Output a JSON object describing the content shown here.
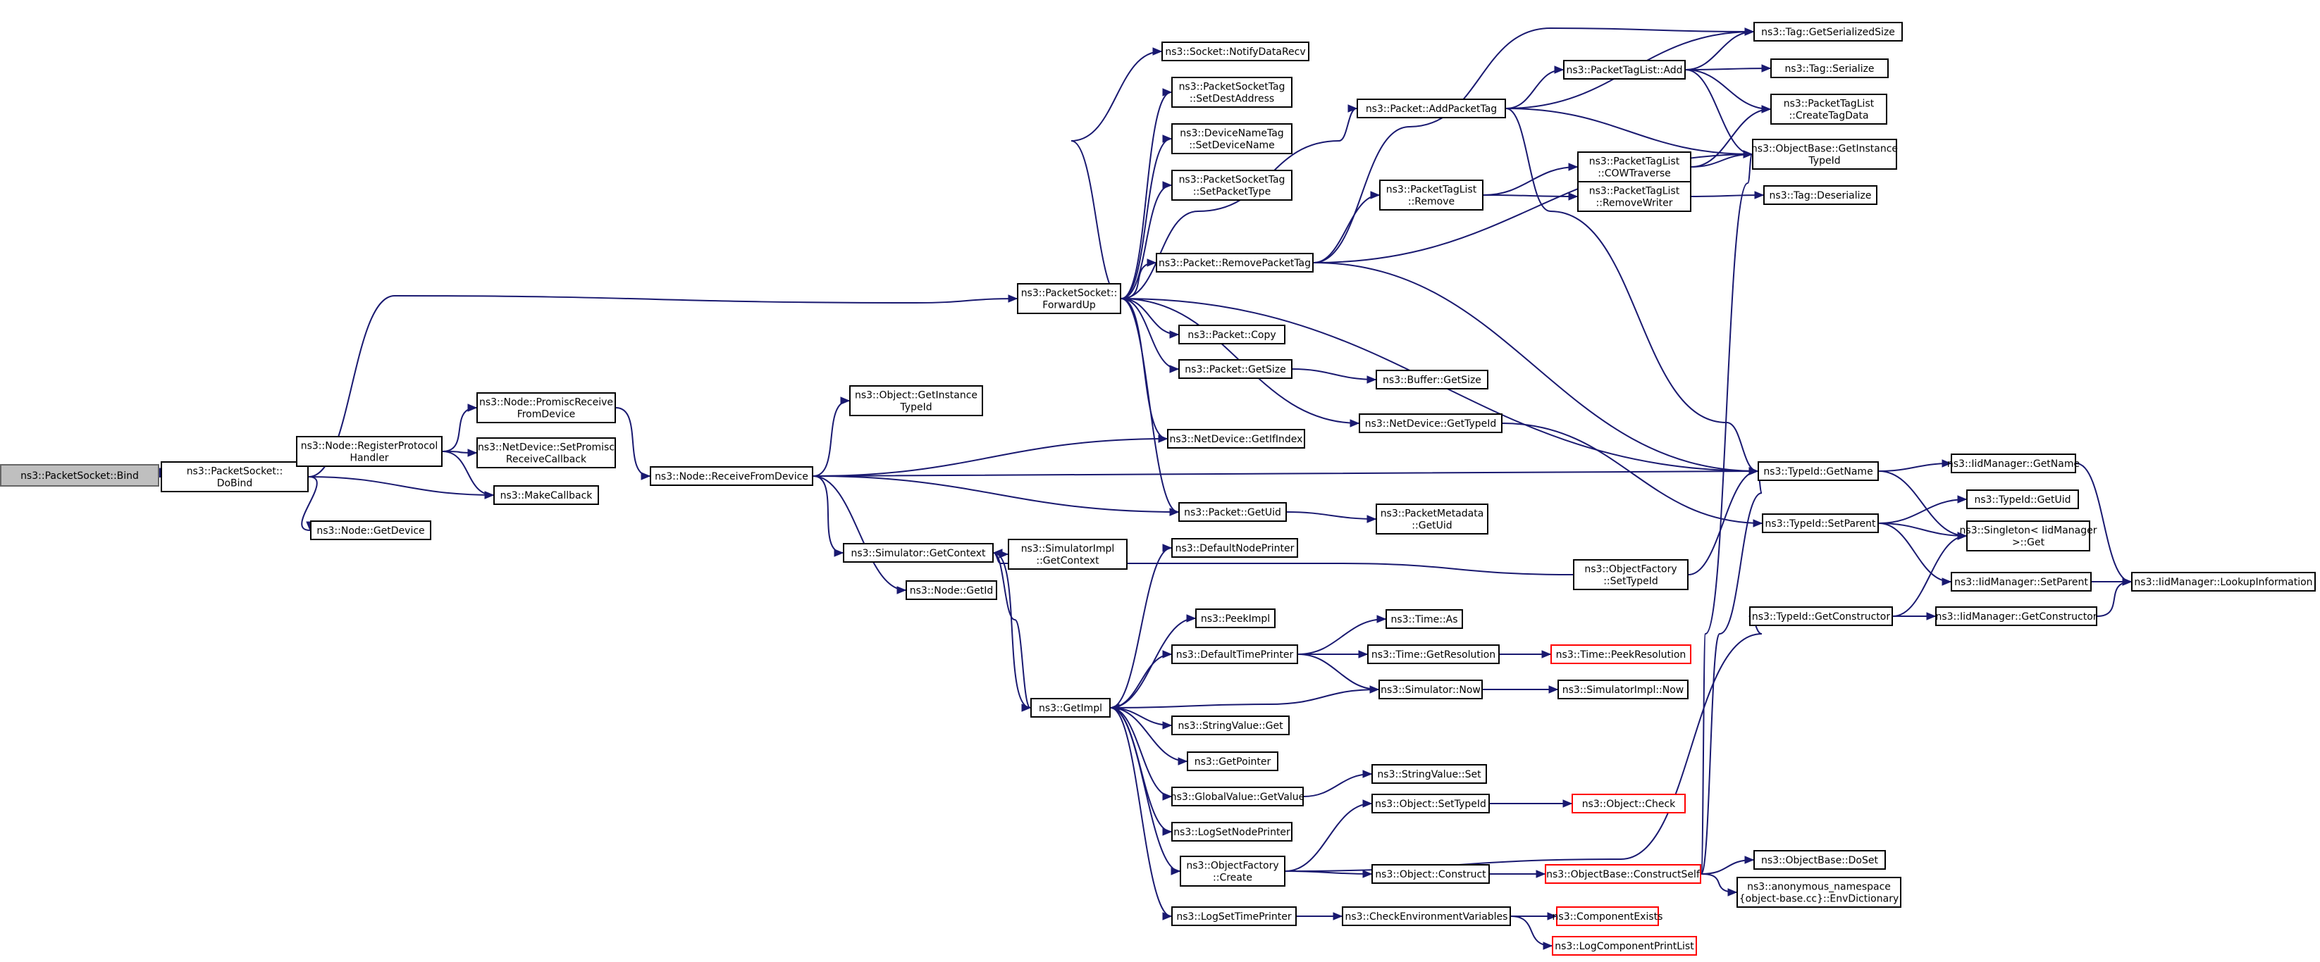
{
  "colors": {
    "edge": "#191970",
    "root_fill": "#bfbfbf",
    "truncated_border": "#ff0000",
    "node_border": "#000000"
  },
  "nodes": [
    {
      "id": "bind",
      "lines": [
        "ns3::PacketSocket::Bind"
      ],
      "root": true
    },
    {
      "id": "dobind",
      "lines": [
        "ns3::PacketSocket::",
        "DoBind"
      ]
    },
    {
      "id": "regproto",
      "lines": [
        "ns3::Node::RegisterProtocol",
        "Handler"
      ]
    },
    {
      "id": "getdevice",
      "lines": [
        "ns3::Node::GetDevice"
      ]
    },
    {
      "id": "promiscrecv",
      "lines": [
        "ns3::Node::PromiscReceive",
        "FromDevice"
      ]
    },
    {
      "id": "setpromisc",
      "lines": [
        "ns3::NetDevice::SetPromisc",
        "ReceiveCallback"
      ]
    },
    {
      "id": "makecallback",
      "lines": [
        "ns3::MakeCallback"
      ]
    },
    {
      "id": "recvfromdev",
      "lines": [
        "ns3::Node::ReceiveFromDevice"
      ]
    },
    {
      "id": "objgetinst",
      "lines": [
        "ns3::Object::GetInstance",
        "TypeId"
      ]
    },
    {
      "id": "simgetctx",
      "lines": [
        "ns3::Simulator::GetContext"
      ]
    },
    {
      "id": "simimplctx",
      "lines": [
        "ns3::SimulatorImpl",
        "::GetContext"
      ]
    },
    {
      "id": "nodegetid",
      "lines": [
        "ns3::Node::GetId"
      ]
    },
    {
      "id": "fwdup",
      "lines": [
        "ns3::PacketSocket::",
        "ForwardUp"
      ]
    },
    {
      "id": "notify",
      "lines": [
        "ns3::Socket::NotifyDataRecv"
      ]
    },
    {
      "id": "setdest",
      "lines": [
        "ns3::PacketSocketTag",
        "::SetDestAddress"
      ]
    },
    {
      "id": "setdevname",
      "lines": [
        "ns3::DeviceNameTag",
        "::SetDeviceName"
      ]
    },
    {
      "id": "setpkttype",
      "lines": [
        "ns3::PacketSocketTag",
        "::SetPacketType"
      ]
    },
    {
      "id": "rmpkttag",
      "lines": [
        "ns3::Packet::RemovePacketTag"
      ]
    },
    {
      "id": "pktcopy",
      "lines": [
        "ns3::Packet::Copy"
      ]
    },
    {
      "id": "pktsize",
      "lines": [
        "ns3::Packet::GetSize"
      ]
    },
    {
      "id": "ifindex",
      "lines": [
        "ns3::NetDevice::GetIfIndex"
      ]
    },
    {
      "id": "pktuid",
      "lines": [
        "ns3::Packet::GetUid"
      ]
    },
    {
      "id": "defnodeprinter",
      "lines": [
        "ns3::DefaultNodePrinter"
      ]
    },
    {
      "id": "addpkttag",
      "lines": [
        "ns3::Packet::AddPacketTag"
      ]
    },
    {
      "id": "taglistrm",
      "lines": [
        "ns3::PacketTagList",
        "::Remove"
      ]
    },
    {
      "id": "bufsize",
      "lines": [
        "ns3::Buffer::GetSize"
      ]
    },
    {
      "id": "netdevtypeid",
      "lines": [
        "ns3::NetDevice::GetTypeId"
      ]
    },
    {
      "id": "pktmeta",
      "lines": [
        "ns3::PacketMetadata",
        "::GetUid"
      ]
    },
    {
      "id": "taglistadd",
      "lines": [
        "ns3::PacketTagList::Add"
      ]
    },
    {
      "id": "cow",
      "lines": [
        "ns3::PacketTagList",
        "::COWTraverse"
      ]
    },
    {
      "id": "rmwriter",
      "lines": [
        "ns3::PacketTagList",
        "::RemoveWriter"
      ]
    },
    {
      "id": "taggetser",
      "lines": [
        "ns3::Tag::GetSerializedSize"
      ]
    },
    {
      "id": "tagser",
      "lines": [
        "ns3::Tag::Serialize"
      ]
    },
    {
      "id": "createtag",
      "lines": [
        "ns3::PacketTagList",
        "::CreateTagData"
      ]
    },
    {
      "id": "objbaseinst",
      "lines": [
        "ns3::ObjectBase::GetInstance",
        "TypeId"
      ]
    },
    {
      "id": "tagdeser",
      "lines": [
        "ns3::Tag::Deserialize"
      ]
    },
    {
      "id": "typeidname",
      "lines": [
        "ns3::TypeId::GetName"
      ]
    },
    {
      "id": "typeidsetparent",
      "lines": [
        "ns3::TypeId::SetParent"
      ]
    },
    {
      "id": "iidgetname",
      "lines": [
        "ns3::IidManager::GetName"
      ]
    },
    {
      "id": "typeidgetuid",
      "lines": [
        "ns3::TypeId::GetUid"
      ]
    },
    {
      "id": "singleton",
      "lines": [
        "ns3::Singleton< IidManager",
        ">::Get"
      ]
    },
    {
      "id": "iidsetparent",
      "lines": [
        "ns3::IidManager::SetParent"
      ]
    },
    {
      "id": "lookup",
      "lines": [
        "ns3::IidManager::LookupInformation"
      ]
    },
    {
      "id": "typeidgetctor",
      "lines": [
        "ns3::TypeId::GetConstructor"
      ]
    },
    {
      "id": "iidgetctor",
      "lines": [
        "ns3::IidManager::GetConstructor"
      ]
    },
    {
      "id": "objfactsettype",
      "lines": [
        "ns3::ObjectFactory",
        "::SetTypeId"
      ]
    },
    {
      "id": "peekimpl",
      "lines": [
        "ns3::PeekImpl"
      ]
    },
    {
      "id": "deftimeprinter",
      "lines": [
        "ns3::DefaultTimePrinter"
      ]
    },
    {
      "id": "timeas",
      "lines": [
        "ns3::Time::As"
      ]
    },
    {
      "id": "timegetres",
      "lines": [
        "ns3::Time::GetResolution"
      ]
    },
    {
      "id": "timepeekres",
      "lines": [
        "ns3::Time::PeekResolution"
      ],
      "truncated": true
    },
    {
      "id": "simnow",
      "lines": [
        "ns3::Simulator::Now"
      ]
    },
    {
      "id": "simimplnow",
      "lines": [
        "ns3::SimulatorImpl::Now"
      ]
    },
    {
      "id": "getimpl",
      "lines": [
        "ns3::GetImpl"
      ]
    },
    {
      "id": "strvalget",
      "lines": [
        "ns3::StringValue::Get"
      ]
    },
    {
      "id": "getpointer",
      "lines": [
        "ns3::GetPointer"
      ]
    },
    {
      "id": "strvalset",
      "lines": [
        "ns3::StringValue::Set"
      ]
    },
    {
      "id": "globalval",
      "lines": [
        "ns3::GlobalValue::GetValue"
      ]
    },
    {
      "id": "objsettypeid",
      "lines": [
        "ns3::Object::SetTypeId"
      ]
    },
    {
      "id": "objcheck",
      "lines": [
        "ns3::Object::Check"
      ],
      "truncated": true
    },
    {
      "id": "lognodeprinter",
      "lines": [
        "ns3::LogSetNodePrinter"
      ]
    },
    {
      "id": "objfactcreate",
      "lines": [
        "ns3::ObjectFactory",
        "::Create"
      ]
    },
    {
      "id": "objconstruct",
      "lines": [
        "ns3::Object::Construct"
      ]
    },
    {
      "id": "constructself",
      "lines": [
        "ns3::ObjectBase::ConstructSelf"
      ],
      "truncated": true
    },
    {
      "id": "doset",
      "lines": [
        "ns3::ObjectBase::DoSet"
      ]
    },
    {
      "id": "envdict",
      "lines": [
        "ns3::anonymous_namespace",
        "{object-base.cc}::EnvDictionary"
      ]
    },
    {
      "id": "logtimeprinter",
      "lines": [
        "ns3::LogSetTimePrinter"
      ]
    },
    {
      "id": "checkenv",
      "lines": [
        "ns3::CheckEnvironmentVariables"
      ]
    },
    {
      "id": "compexists",
      "lines": [
        "ns3::ComponentExists"
      ],
      "truncated": true
    },
    {
      "id": "logcomplist",
      "lines": [
        "ns3::LogComponentPrintList"
      ],
      "truncated": true
    }
  ],
  "edges": [
    [
      "bind",
      "dobind"
    ],
    [
      "dobind",
      "regproto"
    ],
    [
      "dobind",
      "getdevice"
    ],
    [
      "dobind",
      "makecallback"
    ],
    [
      "dobind",
      "fwdup"
    ],
    [
      "regproto",
      "promiscrecv"
    ],
    [
      "regproto",
      "setpromisc"
    ],
    [
      "regproto",
      "makecallback"
    ],
    [
      "promiscrecv",
      "recvfromdev"
    ],
    [
      "recvfromdev",
      "objgetinst"
    ],
    [
      "recvfromdev",
      "ifindex"
    ],
    [
      "recvfromdev",
      "typeidname"
    ],
    [
      "recvfromdev",
      "pktuid"
    ],
    [
      "recvfromdev",
      "simgetctx"
    ],
    [
      "recvfromdev",
      "nodegetid"
    ],
    [
      "simgetctx",
      "simimplctx"
    ],
    [
      "simgetctx",
      "getimpl"
    ],
    [
      "fwdup",
      "notify"
    ],
    [
      "fwdup",
      "setdest"
    ],
    [
      "fwdup",
      "setdevname"
    ],
    [
      "fwdup",
      "setpkttype"
    ],
    [
      "fwdup",
      "addpkttag"
    ],
    [
      "fwdup",
      "rmpkttag"
    ],
    [
      "fwdup",
      "pktcopy"
    ],
    [
      "fwdup",
      "pktsize"
    ],
    [
      "fwdup",
      "netdevtypeid"
    ],
    [
      "fwdup",
      "ifindex"
    ],
    [
      "fwdup",
      "pktuid"
    ],
    [
      "fwdup",
      "typeidname"
    ],
    [
      "rmpkttag",
      "taglistrm"
    ],
    [
      "rmpkttag",
      "taggetser"
    ],
    [
      "rmpkttag",
      "objbaseinst"
    ],
    [
      "rmpkttag",
      "typeidname"
    ],
    [
      "pktsize",
      "bufsize"
    ],
    [
      "pktuid",
      "pktmeta"
    ],
    [
      "netdevtypeid",
      "typeidsetparent"
    ],
    [
      "addpkttag",
      "taglistadd"
    ],
    [
      "addpkttag",
      "taggetser"
    ],
    [
      "addpkttag",
      "objbaseinst"
    ],
    [
      "addpkttag",
      "typeidname"
    ],
    [
      "taglistrm",
      "cow"
    ],
    [
      "taglistrm",
      "rmwriter"
    ],
    [
      "taglistadd",
      "taggetser"
    ],
    [
      "taglistadd",
      "tagser"
    ],
    [
      "taglistadd",
      "createtag"
    ],
    [
      "taglistadd",
      "objbaseinst"
    ],
    [
      "cow",
      "createtag"
    ],
    [
      "cow",
      "objbaseinst"
    ],
    [
      "rmwriter",
      "tagdeser"
    ],
    [
      "typeidname",
      "iidgetname"
    ],
    [
      "typeidname",
      "singleton"
    ],
    [
      "iidgetname",
      "lookup"
    ],
    [
      "typeidsetparent",
      "typeidgetuid"
    ],
    [
      "typeidsetparent",
      "singleton"
    ],
    [
      "typeidsetparent",
      "iidsetparent"
    ],
    [
      "iidsetparent",
      "lookup"
    ],
    [
      "typeidgetctor",
      "singleton"
    ],
    [
      "typeidgetctor",
      "iidgetctor"
    ],
    [
      "iidgetctor",
      "lookup"
    ],
    [
      "objfactsettype",
      "typeidname"
    ],
    [
      "objfactsettype",
      "simgetctx"
    ],
    [
      "getimpl",
      "defnodeprinter"
    ],
    [
      "getimpl",
      "peekimpl"
    ],
    [
      "getimpl",
      "deftimeprinter"
    ],
    [
      "getimpl",
      "strvalget"
    ],
    [
      "getimpl",
      "getpointer"
    ],
    [
      "getimpl",
      "globalval"
    ],
    [
      "getimpl",
      "lognodeprinter"
    ],
    [
      "getimpl",
      "objfactcreate"
    ],
    [
      "getimpl",
      "logtimeprinter"
    ],
    [
      "getimpl",
      "simgetctx"
    ],
    [
      "deftimeprinter",
      "timeas"
    ],
    [
      "deftimeprinter",
      "timegetres"
    ],
    [
      "deftimeprinter",
      "simnow"
    ],
    [
      "timegetres",
      "timepeekres"
    ],
    [
      "simnow",
      "simimplnow"
    ],
    [
      "simnow",
      "getimpl"
    ],
    [
      "globalval",
      "strvalset"
    ],
    [
      "objfactcreate",
      "objsettypeid"
    ],
    [
      "objfactcreate",
      "objconstruct"
    ],
    [
      "objfactcreate",
      "typeidgetctor"
    ],
    [
      "objsettypeid",
      "objcheck"
    ],
    [
      "objconstruct",
      "constructself"
    ],
    [
      "constructself",
      "doset"
    ],
    [
      "constructself",
      "envdict"
    ],
    [
      "constructself",
      "objbaseinst"
    ],
    [
      "constructself",
      "typeidname"
    ],
    [
      "logtimeprinter",
      "checkenv"
    ],
    [
      "checkenv",
      "compexists"
    ],
    [
      "checkenv",
      "logcomplist"
    ]
  ]
}
